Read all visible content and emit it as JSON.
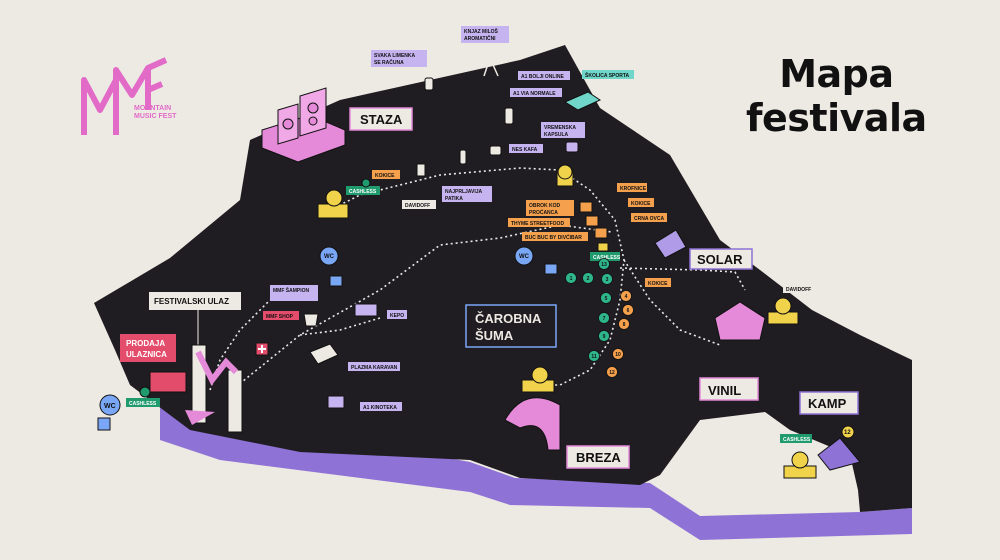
{
  "logo": {
    "mark": "MMF",
    "line1": "MOUNTAIN",
    "line2": "MUSIC FEST"
  },
  "title": {
    "line1": "Mapa",
    "line2": "festivala"
  },
  "colors": {
    "ground": "#1f1d21",
    "background": "#ede9e3",
    "violet_edge": "#8e72d6",
    "pink": "#e48ad8",
    "orange": "#f5a04d",
    "purple_label": "#c6b4f0",
    "teal": "#6fd6c9",
    "green": "#1f9b6e",
    "yellow": "#f1d34b",
    "blue": "#7aa7f5",
    "red": "#e34d6b"
  },
  "zones": {
    "staza": "STAZA",
    "solar": "SOLAR",
    "vinil": "VINIL",
    "kamp": "KAMP",
    "breza": "BREZA",
    "carobna_line1": "ČAROBNA",
    "carobna_line2": "ŠUMA",
    "festivalski_ulaz": "FESTIVALSKI ULAZ",
    "prodaja_line1": "PRODAJA",
    "prodaja_line2": "ULAZNICA"
  },
  "labels": {
    "knjaz_line1": "KNJAZ MILOŠ",
    "knjaz_line2": "AROMATIČNI",
    "limenka_line1": "SVAKA LIMENKA",
    "limenka_line2": "SE RAČUNA",
    "a1_bolji": "A1 BOLJI ONLINE",
    "a1_via": "A1 VIA NORMALE",
    "skolica": "ŠKOLICA SPORTA",
    "vremenska_line1": "VREMENSKA",
    "vremenska_line2": "KAPSULA",
    "nes_kafa": "NES KAFA",
    "kokice": "KOKICE",
    "cashless": "CASHLESS",
    "davidoff": "DAVIDOFF",
    "patika_line1": "NAJPRLJAVIJA",
    "patika_line2": "PATIKA",
    "krofnice": "KROFNICE",
    "obrok_line1": "OBROK KOD",
    "obrok_line2": "PROĆANCA",
    "thyme": "THYME STREETFOOD",
    "crna_ovca": "CRNA OVCA",
    "buc_buc": "BUC BUC BY DIVĆIBAR",
    "wc": "WC",
    "mmf_sampion": "MMF ŠAMPION",
    "mmf_shop": "MMF SHOP",
    "kepo": "KEPO",
    "plazma": "PLAZMA KARAVAN",
    "kinoteka": "A1 KINOTEKA"
  },
  "path_stops": [
    "1",
    "2",
    "3",
    "4",
    "5",
    "6",
    "7",
    "8",
    "9",
    "10",
    "11",
    "12",
    "13"
  ],
  "kamp_badge": "12",
  "icons": [
    "speaker-icon",
    "can-icon",
    "swing-icon",
    "phone-icon",
    "bench-icon",
    "capsule-icon",
    "mug-icon",
    "fire-extinguisher-icon",
    "popcorn-icon",
    "beer-icon",
    "wc-icon",
    "cashless-icon",
    "solar-panel-icon",
    "tent-icon",
    "arch-icon",
    "gate-icon",
    "food-stand-icon",
    "first-aid-icon",
    "trophy-icon",
    "caravan-icon",
    "arcade-icon"
  ]
}
